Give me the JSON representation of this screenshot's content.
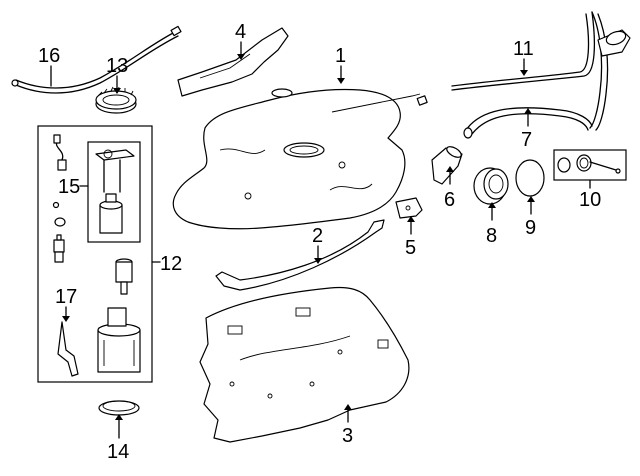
{
  "diagram": {
    "labels": {
      "p1": "1",
      "p2": "2",
      "p3": "3",
      "p4": "4",
      "p5": "5",
      "p6": "6",
      "p7": "7",
      "p8": "8",
      "p9": "9",
      "p10": "10",
      "p11": "11",
      "p12": "12",
      "p13": "13",
      "p14": "14",
      "p15": "15",
      "p16": "16",
      "p17": "17"
    }
  }
}
